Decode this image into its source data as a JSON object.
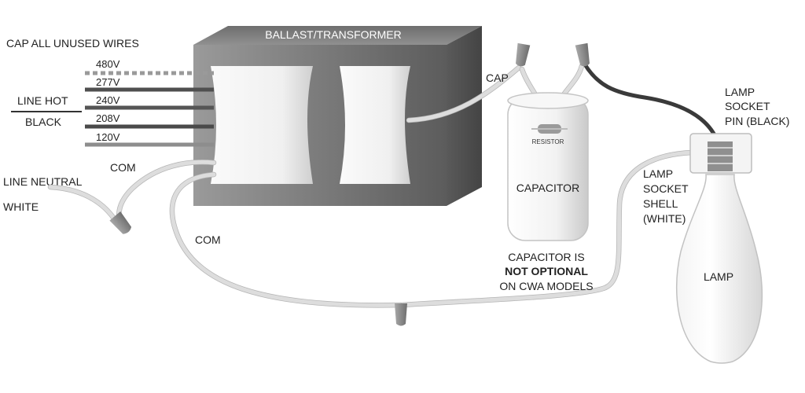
{
  "notice": "CAP ALL UNUSED WIRES",
  "ballast": {
    "title": "BALLAST/TRANSFORMER"
  },
  "taps": [
    {
      "label": "480V",
      "color": "#9a9a9a"
    },
    {
      "label": "277V",
      "color": "#4f4f4f"
    },
    {
      "label": "240V",
      "color": "#555555"
    },
    {
      "label": "208V",
      "color": "#4a4a4a"
    },
    {
      "label": "120V",
      "color": "#8d8d8d"
    }
  ],
  "line_hot": {
    "line1": "LINE HOT",
    "line2": "BLACK"
  },
  "line_neutral": {
    "line1": "LINE NEUTRAL",
    "line2": "WHITE"
  },
  "com_labels": [
    "COM",
    "COM"
  ],
  "cap_label": "CAP",
  "resistor_label": "RESISTOR",
  "capacitor_label": "CAPACITOR",
  "capacitor_note": {
    "line1": "CAPACITOR IS",
    "line2": "NOT OPTIONAL",
    "line3": "ON CWA MODELS"
  },
  "lamp_socket_pin": {
    "line1": "LAMP",
    "line2": "SOCKET",
    "line3": "PIN (BLACK)"
  },
  "lamp_socket_shell": {
    "line1": "LAMP",
    "line2": "SOCKET",
    "line3": "SHELL",
    "line4": "(WHITE)"
  },
  "lamp_label": "LAMP",
  "colors": {
    "wire_black": "#3a3a3a",
    "wire_white": "#dddddd",
    "connector": "#8c8c8c",
    "ballast_dark": "#7c7c7c"
  }
}
